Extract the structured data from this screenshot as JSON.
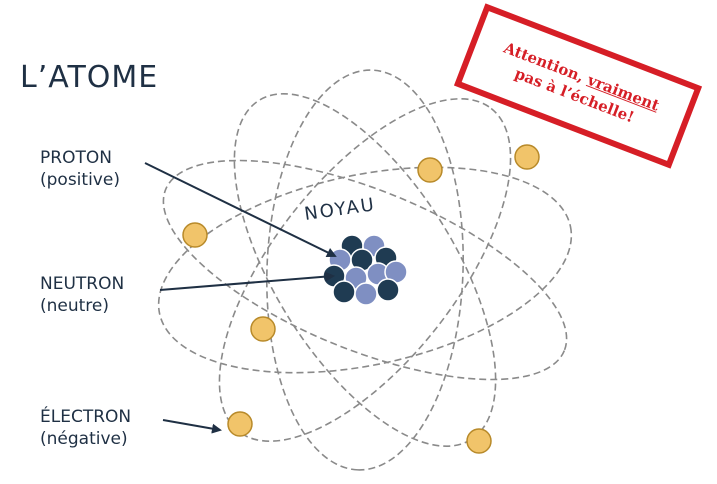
{
  "title": "L’ATOME",
  "labels": {
    "proton": {
      "name": "PROTON",
      "charge": "(positive)"
    },
    "neutron": {
      "name": "NEUTRON",
      "charge": "(neutre)"
    },
    "electron": {
      "name": "ÉLECTRON",
      "charge": "(négative)"
    }
  },
  "nucleus_label": "NOYAU",
  "stamp": {
    "line1": "Attention,",
    "line1_underlined": "vraiment",
    "line2": "pas à l’échelle!"
  },
  "colors": {
    "text": "#1f3044",
    "proton": "#7f8fc2",
    "neutron": "#1f3b52",
    "electron": "#f1c46a",
    "electron_stroke": "#b88a2a",
    "orbit": "#8a8a8a",
    "stamp": "#d61e26"
  }
}
